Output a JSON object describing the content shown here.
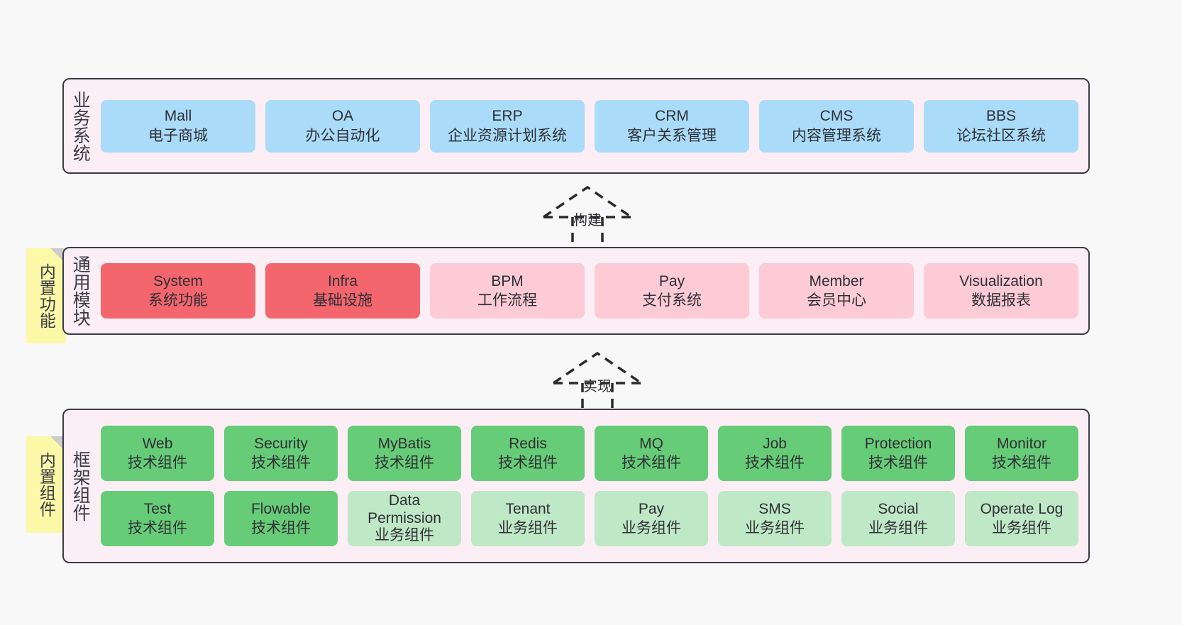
{
  "diagram": {
    "title": "业务系统 / 通用模块 / 框架组件 架构图",
    "background": "#f8f8f8"
  },
  "colors": {
    "layer_bg": "#fbeef5",
    "layer_border": "#3b3b44",
    "blue_card": "#aadcfa",
    "red_card": "#f4666d",
    "pink_card": "#fccbd6",
    "green_card": "#66cc77",
    "light_green_card": "#bfe8c6",
    "tab_bg": "#fbf8a8",
    "tab_fold": "#cccccc",
    "text": "#2f2f35"
  },
  "layers": [
    {
      "id": "business",
      "label": "业务系统",
      "tab": null,
      "rows": [
        {
          "cards": [
            {
              "name": "Mall",
              "sub": "电子商城",
              "color": "blue_card"
            },
            {
              "name": "OA",
              "sub": "办公自动化",
              "color": "blue_card"
            },
            {
              "name": "ERP",
              "sub": "企业资源计划系统",
              "color": "blue_card"
            },
            {
              "name": "CRM",
              "sub": "客户关系管理",
              "color": "blue_card"
            },
            {
              "name": "CMS",
              "sub": "内容管理系统",
              "color": "blue_card"
            },
            {
              "name": "BBS",
              "sub": "论坛社区系统",
              "color": "blue_card"
            }
          ]
        }
      ]
    },
    {
      "id": "common",
      "label": "通用模块",
      "tab": "内置功能",
      "rows": [
        {
          "cards": [
            {
              "name": "System",
              "sub": "系统功能",
              "color": "red_card"
            },
            {
              "name": "Infra",
              "sub": "基础设施",
              "color": "red_card"
            },
            {
              "name": "BPM",
              "sub": "工作流程",
              "color": "pink_card"
            },
            {
              "name": "Pay",
              "sub": "支付系统",
              "color": "pink_card"
            },
            {
              "name": "Member",
              "sub": "会员中心",
              "color": "pink_card"
            },
            {
              "name": "Visualization",
              "sub": "数据报表",
              "color": "pink_card"
            }
          ]
        }
      ]
    },
    {
      "id": "framework",
      "label": "框架组件",
      "tab": "内置组件",
      "rows": [
        {
          "cards": [
            {
              "name": "Web",
              "sub": "技术组件",
              "color": "green_card"
            },
            {
              "name": "Security",
              "sub": "技术组件",
              "color": "green_card"
            },
            {
              "name": "MyBatis",
              "sub": "技术组件",
              "color": "green_card"
            },
            {
              "name": "Redis",
              "sub": "技术组件",
              "color": "green_card"
            },
            {
              "name": "MQ",
              "sub": "技术组件",
              "color": "green_card"
            },
            {
              "name": "Job",
              "sub": "技术组件",
              "color": "green_card"
            },
            {
              "name": "Protection",
              "sub": "技术组件",
              "color": "green_card"
            },
            {
              "name": "Monitor",
              "sub": "技术组件",
              "color": "green_card"
            }
          ]
        },
        {
          "cards": [
            {
              "name": "Test",
              "sub": "技术组件",
              "color": "green_card"
            },
            {
              "name": "Flowable",
              "sub": "技术组件",
              "color": "green_card"
            },
            {
              "name": "Data Permission",
              "sub": "业务组件",
              "color": "light_green_card",
              "wrap": true
            },
            {
              "name": "Tenant",
              "sub": "业务组件",
              "color": "light_green_card"
            },
            {
              "name": "Pay",
              "sub": "业务组件",
              "color": "light_green_card"
            },
            {
              "name": "SMS",
              "sub": "业务组件",
              "color": "light_green_card"
            },
            {
              "name": "Social",
              "sub": "业务组件",
              "color": "light_green_card"
            },
            {
              "name": "Operate Log",
              "sub": "业务组件",
              "color": "light_green_card"
            }
          ]
        }
      ]
    }
  ],
  "connectors": [
    {
      "id": "build",
      "label": "构建",
      "from": "common",
      "to": "business"
    },
    {
      "id": "implement",
      "label": "实现",
      "from": "framework",
      "to": "common"
    }
  ]
}
